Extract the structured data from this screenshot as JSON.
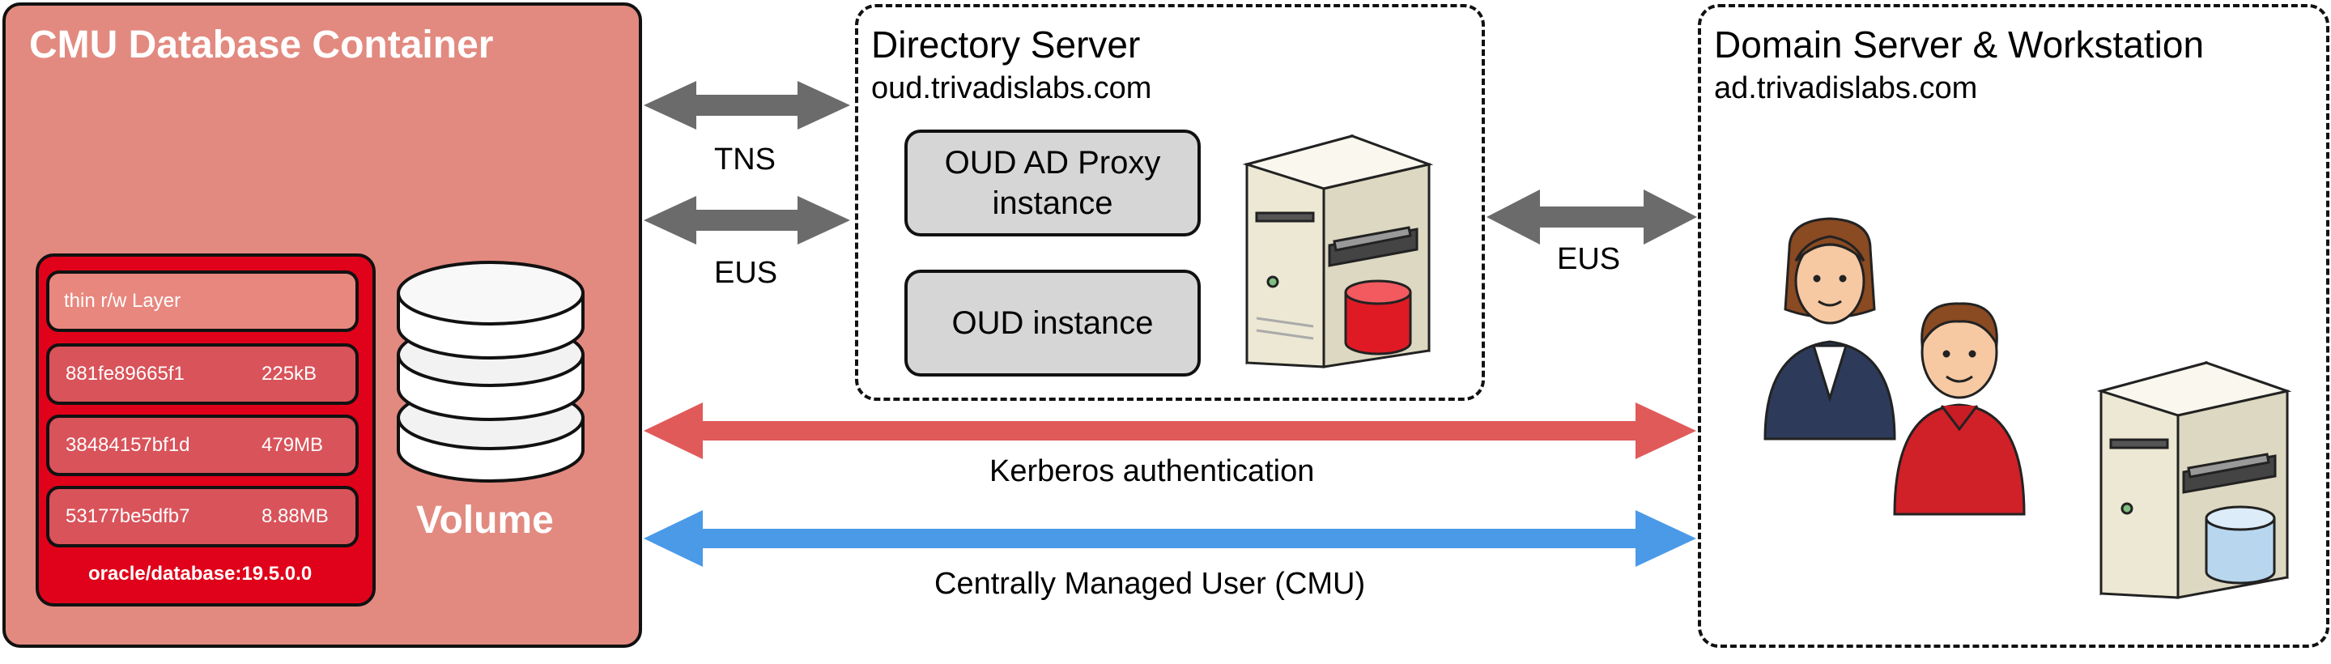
{
  "cmu_container": {
    "title": "CMU Database Container",
    "image_layers": {
      "thin_layer": "thin r/w Layer",
      "layers": [
        {
          "id": "881fe89665f1",
          "size": "225kB"
        },
        {
          "id": "38484157bf1d",
          "size": "479MB"
        },
        {
          "id": "53177be5dfb7",
          "size": "8.88MB"
        }
      ],
      "image_tag": "oracle/database:19.5.0.0"
    },
    "volume_label": "Volume"
  },
  "directory_server": {
    "title": "Directory Server",
    "host": "oud.trivadislabs.com",
    "instances": [
      "OUD AD Proxy instance",
      "OUD instance"
    ]
  },
  "domain_server": {
    "title": "Domain Server & Workstation",
    "host": "ad.trivadislabs.com"
  },
  "connections": {
    "tns": "TNS",
    "eus_left": "EUS",
    "eus_right": "EUS",
    "kerberos": "Kerberos authentication",
    "cmu": "Centrally Managed User (CMU)"
  },
  "colors": {
    "container_fill": "#e28a80",
    "image_fill": "#e0021a",
    "layer_fill": "#d9535a",
    "instance_fill": "#d6d6d6",
    "gray_arrow": "#6b6b6b",
    "kerberos_arrow": "#e05a5a",
    "cmu_arrow": "#4a9ae8"
  },
  "icons": [
    "database-volume-icon",
    "server-icon",
    "user-woman-icon",
    "user-man-icon"
  ]
}
